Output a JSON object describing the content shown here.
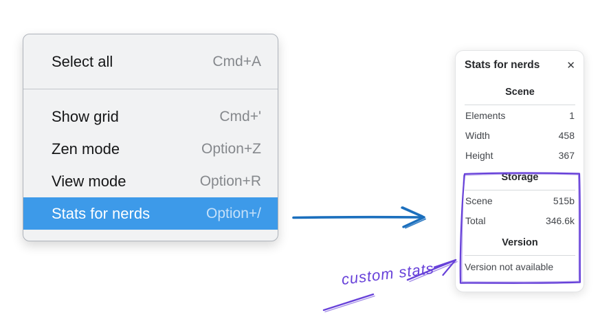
{
  "context_menu": {
    "items": [
      {
        "label": "Select all",
        "shortcut": "Cmd+A",
        "selected": false
      },
      {
        "label": "Show grid",
        "shortcut": "Cmd+'",
        "selected": false
      },
      {
        "label": "Zen mode",
        "shortcut": "Option+Z",
        "selected": false
      },
      {
        "label": "View mode",
        "shortcut": "Option+R",
        "selected": false
      },
      {
        "label": "Stats for nerds",
        "shortcut": "Option+/",
        "selected": true
      }
    ]
  },
  "stats_panel": {
    "title": "Stats for nerds",
    "close_icon": "✕",
    "sections": [
      {
        "heading": "Scene",
        "rows": [
          {
            "label": "Elements",
            "value": "1"
          },
          {
            "label": "Width",
            "value": "458"
          },
          {
            "label": "Height",
            "value": "367"
          }
        ]
      },
      {
        "heading": "Storage",
        "rows": [
          {
            "label": "Scene",
            "value": "515b"
          },
          {
            "label": "Total",
            "value": "346.6k"
          }
        ]
      },
      {
        "heading": "Version",
        "note": "Version not available"
      }
    ]
  },
  "annotations": {
    "label": "custom stats"
  },
  "colors": {
    "menu_highlight": "#3d9ae9",
    "arrow_blue": "#1b6fbd",
    "annotation_purple": "#6741d9"
  }
}
